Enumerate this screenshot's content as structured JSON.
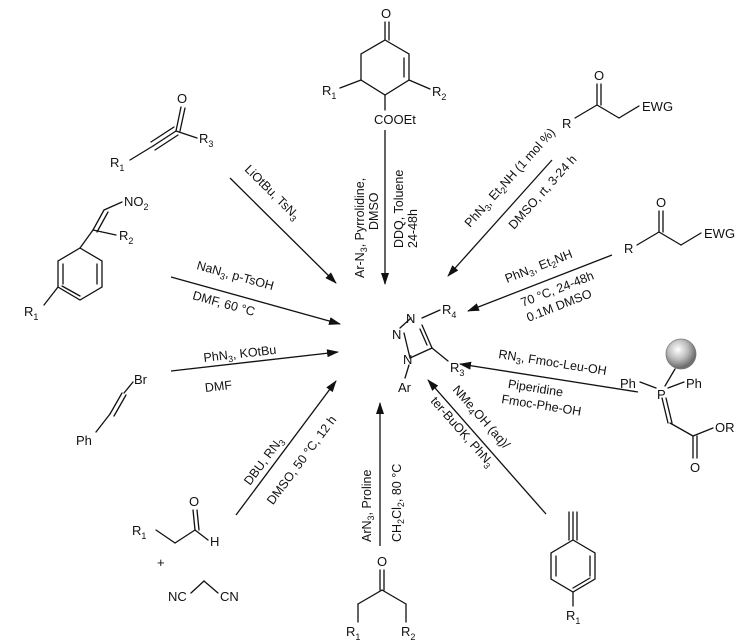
{
  "center": {
    "atoms": {
      "n1": "N",
      "n2": "N",
      "n3": "N",
      "ar": "Ar",
      "r3": "R",
      "r3_sub": "3",
      "r4": "R",
      "r4_sub": "4"
    }
  },
  "reactions": [
    {
      "id": "r1",
      "conditions": [
        [
          "LiOtBu, TsN",
          "3"
        ]
      ]
    },
    {
      "id": "r2",
      "conditions": [
        [
          "Ar-N",
          "3",
          ", Pyrrolidine,"
        ],
        [
          "DMSO"
        ]
      ]
    },
    {
      "id": "r3",
      "conditions": [
        [
          "DDQ, Toluene"
        ],
        [
          "24-48h"
        ]
      ]
    },
    {
      "id": "r4",
      "conditions": [
        [
          "PhN",
          "3",
          ", Et",
          "2",
          "NH (1 mol %)"
        ],
        [
          "DMSO, rt, 3-24 h"
        ]
      ]
    },
    {
      "id": "r5",
      "conditions": [
        [
          "PhN",
          "3",
          ", Et",
          "2",
          "NH"
        ],
        [
          "70 °C, 24-48h"
        ],
        [
          "0.1M DMSO"
        ]
      ]
    },
    {
      "id": "r6",
      "conditions": [
        [
          "NaN",
          "3",
          ", p-TsOH"
        ],
        [
          "DMF, 60 °C"
        ]
      ]
    },
    {
      "id": "r7",
      "conditions": [
        [
          "RN",
          "3",
          ", Fmoc-Leu-OH"
        ],
        [
          "Piperidine"
        ],
        [
          "Fmoc-Phe-OH"
        ]
      ]
    },
    {
      "id": "r8",
      "conditions": [
        [
          "PhN",
          "3",
          ", KOtBu"
        ],
        [
          "DMF"
        ]
      ]
    },
    {
      "id": "r9",
      "conditions": [
        [
          "DBU, RN",
          "3"
        ],
        [
          "DMSO, 50 °C, 12 h"
        ]
      ]
    },
    {
      "id": "r10",
      "conditions": [
        [
          "ArN",
          "3",
          ", Proline"
        ],
        [
          "CH",
          "2",
          "Cl",
          "2",
          ", 80 °C"
        ]
      ]
    },
    {
      "id": "r11",
      "conditions": [
        [
          "NMe",
          "4",
          "OH (aq)/"
        ],
        [
          "ter-BuOK, PhN",
          "3"
        ]
      ]
    }
  ],
  "substrates": {
    "ynone": {
      "O": "O",
      "R3": "R",
      "R3_sub": "3",
      "R1": "R",
      "R1_sub": "1"
    },
    "cyclohexenone": {
      "O": "O",
      "R1": "R",
      "R1_sub": "1",
      "R2": "R",
      "R2_sub": "2",
      "ester": "COOEt"
    },
    "ketone_ewg_1": {
      "O": "O",
      "R": "R",
      "EWG": "EWG"
    },
    "ketone_ewg_2": {
      "O": "O",
      "R": "R",
      "EWG": "EWG"
    },
    "nitrostyrene": {
      "NO2": "NO",
      "NO2_sub": "2",
      "R2": "R",
      "R2_sub": "2",
      "R1": "R",
      "R1_sub": "1"
    },
    "ylide": {
      "Ph1": "Ph",
      "Ph2": "Ph",
      "P": "P",
      "O": "O",
      "OR": "OR"
    },
    "bromostyrene": {
      "Br": "Br",
      "Ph": "Ph"
    },
    "aldehyde": {
      "R1": "R",
      "R1_sub": "1",
      "O": "O",
      "H": "H"
    },
    "plus": "+",
    "malononitrile": {
      "NC": "NC",
      "CN": "CN"
    },
    "dialkylketone": {
      "O": "O",
      "R1": "R",
      "R1_sub": "1",
      "R2": "R",
      "R2_sub": "2"
    },
    "alkyne": {
      "R1": "R",
      "R1_sub": "1"
    }
  }
}
